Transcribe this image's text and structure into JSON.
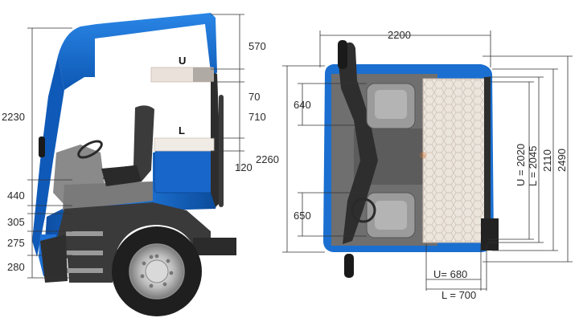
{
  "side_view": {
    "bunk_upper_label": "U",
    "bunk_lower_label": "L",
    "dims": {
      "cab_height": "2230",
      "roof_to_upper": "570",
      "upper_gap": "70",
      "upper_to_lower": "710",
      "lower_gap": "120",
      "seat_height": "440",
      "step_top": "305",
      "step_mid": "275",
      "step_low": "280"
    }
  },
  "top_view": {
    "dims": {
      "width_top": "2200",
      "overall_depth": "2260",
      "seat_front": "640",
      "seat_rear": "650",
      "upper_bunk_width": "U = 2020",
      "lower_bunk_width": "L = 2045",
      "cab_width": "2110",
      "mirror_width": "2490",
      "upper_bunk_depth": "U= 680",
      "lower_bunk_depth": "L = 700"
    }
  },
  "colors": {
    "cab_blue": "#1a6fd0",
    "cab_dark": "#0d4ea3",
    "interior_grey": "#6f6f6f",
    "bumper_dark": "#3a3a3a",
    "bunk_beige": "#e9e1da"
  }
}
